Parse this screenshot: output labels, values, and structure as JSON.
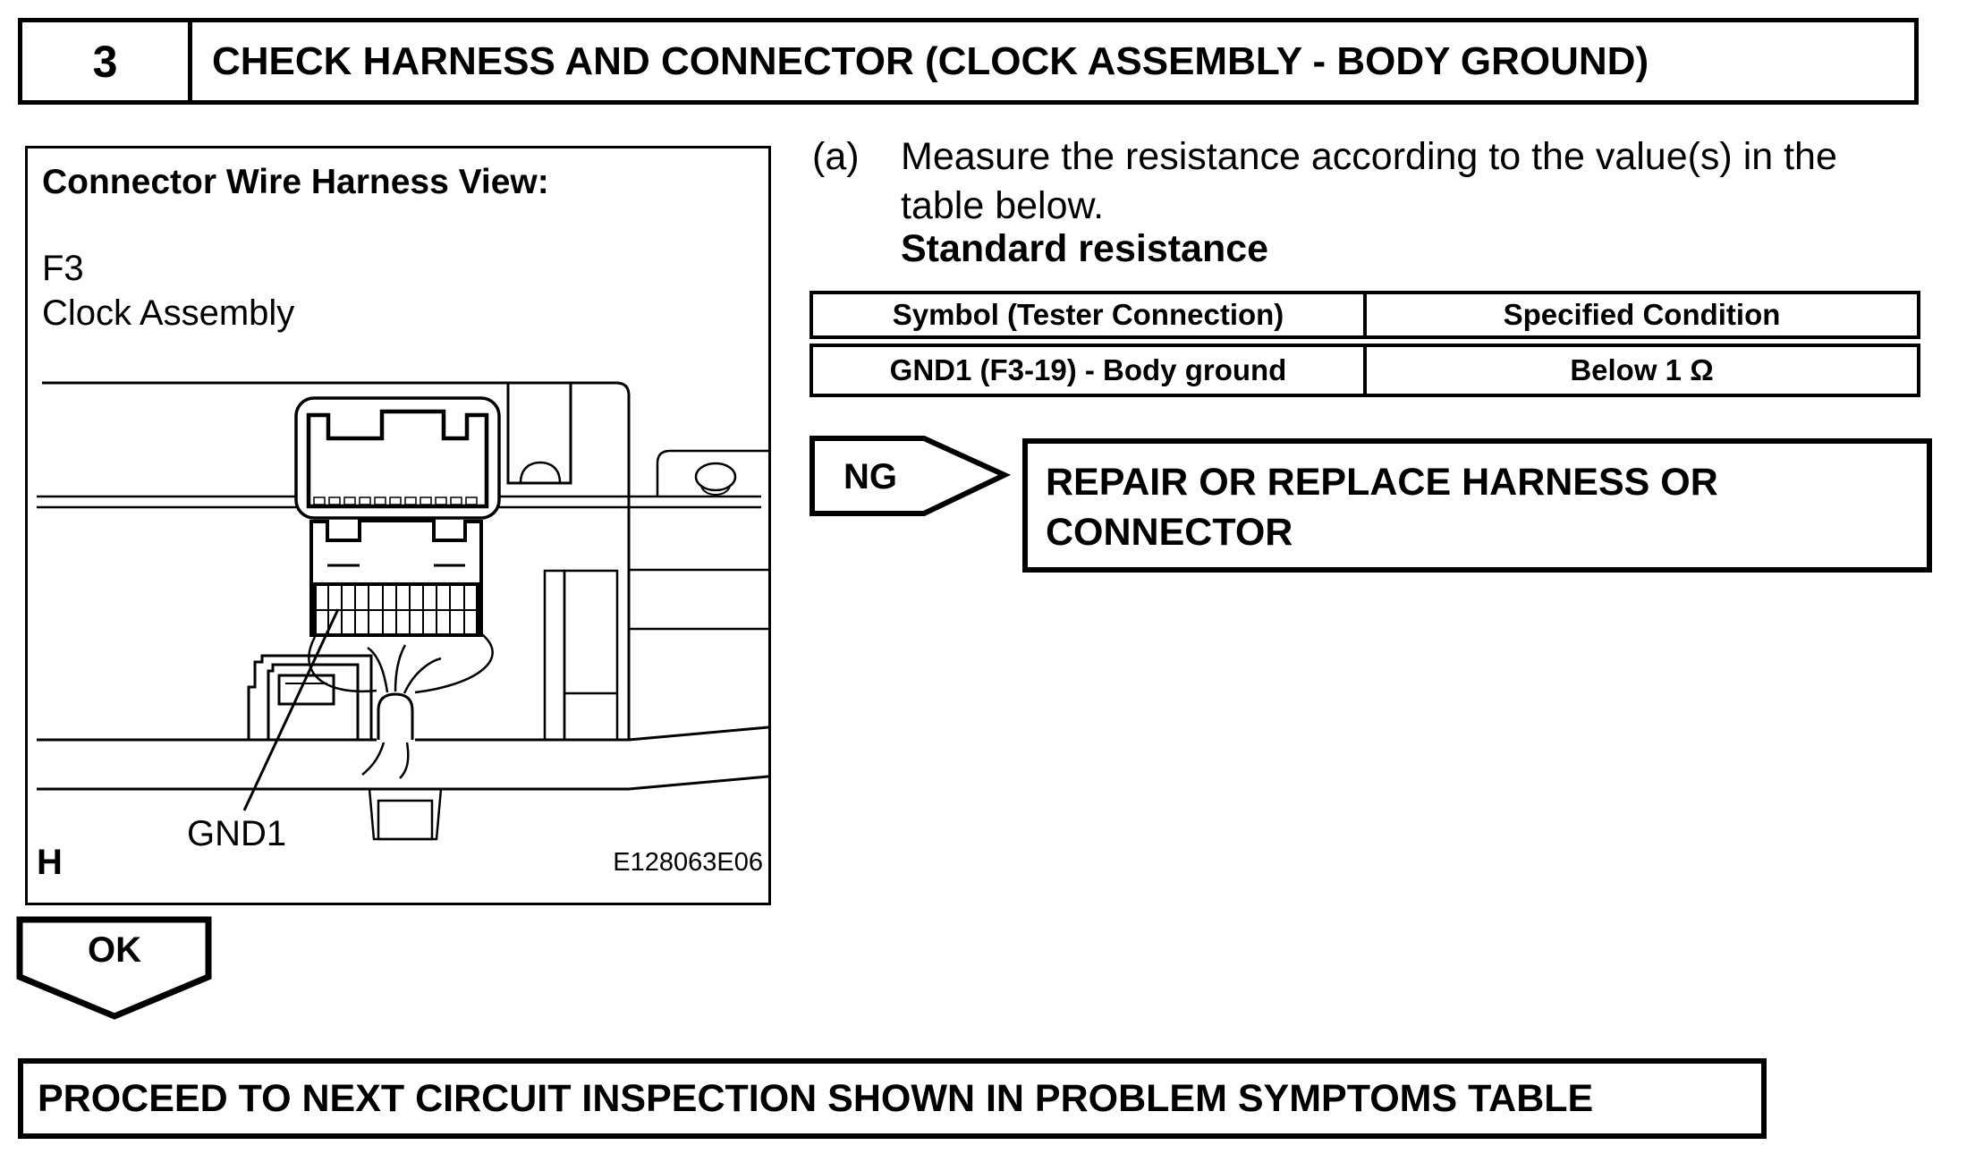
{
  "page": {
    "background": "#ffffff",
    "ink": "#000000"
  },
  "step_header": {
    "number": "3",
    "title": "CHECK HARNESS AND CONNECTOR (CLOCK ASSEMBLY - BODY GROUND)"
  },
  "figure": {
    "title": "Connector Wire Harness View:",
    "connector_code": "F3",
    "connector_name": "Clock Assembly",
    "pin_label": "GND1",
    "view_marker": "H",
    "figure_id": "E128063E06"
  },
  "instruction": {
    "list_marker": "(a)",
    "text": "Measure the resistance according to the value(s) in the table below.",
    "subheading": "Standard resistance"
  },
  "resistance_table": {
    "columns": [
      "Symbol (Tester Connection)",
      "Specified Condition"
    ],
    "rows": [
      [
        "GND1 (F3-19) - Body ground",
        "Below 1 Ω"
      ]
    ]
  },
  "ng_branch": {
    "label": "NG",
    "action": "REPAIR OR REPLACE HARNESS OR CONNECTOR"
  },
  "ok_branch": {
    "label": "OK"
  },
  "footer_action": "PROCEED TO NEXT CIRCUIT INSPECTION SHOWN IN PROBLEM SYMPTOMS TABLE"
}
